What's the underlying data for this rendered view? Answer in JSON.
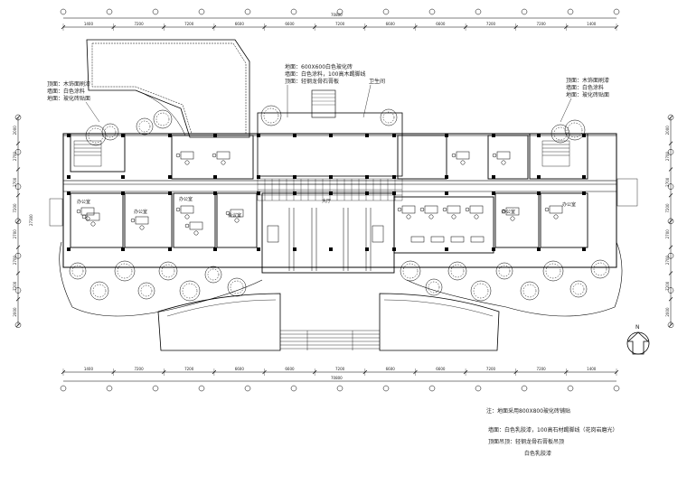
{
  "dimensions": {
    "top_total": "70800",
    "top": [
      "1400",
      "7200",
      "7200",
      "6600",
      "6600",
      "7200",
      "6600",
      "6600",
      "7200",
      "7200",
      "1400"
    ],
    "bottom_total": "70800",
    "bottom": [
      "1400",
      "7200",
      "7200",
      "6600",
      "6600",
      "7200",
      "6600",
      "6600",
      "7200",
      "7200",
      "1400"
    ],
    "left": [
      "2000",
      "2700",
      "2700",
      "7200",
      "2700",
      "2700",
      "7200",
      "2000"
    ],
    "left_total": "27300",
    "right": [
      "2000",
      "2700",
      "2700",
      "7200",
      "2700",
      "2700",
      "7200",
      "2000"
    ]
  },
  "notes": {
    "ceiling_left": [
      "顶面：木饰面刷漆",
      "墙面：白色涂料",
      "地面：玻化砖贴面"
    ],
    "ceiling_right": [
      "顶面：木饰面刷漆",
      "墙面：白色涂料",
      "地面：玻化砖贴面"
    ],
    "center_top": [
      "地面：600X600白色玻化砖",
      "墙面：白色涂料，100高木踢脚线",
      "顶面：轻钢龙骨石膏板"
    ],
    "center_top_side": "卫生间"
  },
  "rooms": {
    "office_1": "办公室",
    "office_2": "办公室",
    "office_3": "会议室",
    "office_4": "办公室",
    "office_5": "办公室",
    "office_6": "办公室",
    "lobby": "大厅"
  },
  "compass": "N",
  "footer": {
    "title": "注：地面采用800X800玻化砖铺贴",
    "lines": [
      "墙面：白色乳胶漆，100高石材踢脚线（花岗岩磨光）",
      "顶面吊顶：轻钢龙骨石膏板吊顶",
      "白色乳胶漆"
    ]
  }
}
